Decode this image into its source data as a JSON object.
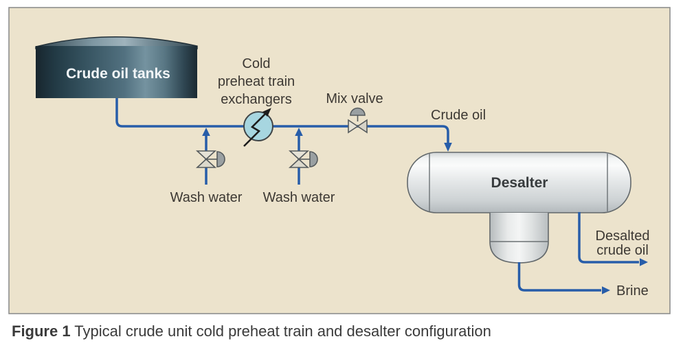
{
  "figure_caption": {
    "label": "Figure 1",
    "text": " Typical crude unit cold preheat train and desalter configuration"
  },
  "diagram": {
    "tank": {
      "label": "Crude oil tanks"
    },
    "exchanger": {
      "label_lines": [
        "Cold",
        "preheat train",
        "exchangers"
      ]
    },
    "mix_valve": {
      "label": "Mix valve"
    },
    "desalter": {
      "label": "Desalter"
    },
    "streams": {
      "crude_oil": "Crude oil",
      "wash_water_1": "Wash water",
      "wash_water_2": "Wash water",
      "desalted_line1": "Desalted",
      "desalted_line2": "crude oil",
      "brine": "Brine"
    }
  },
  "colors": {
    "panel_background": "#ece3cc",
    "panel_border": "#8e8e8e",
    "pipe_blue": "#275da9",
    "label_text": "#3c3833",
    "tank_dark": "#18262e",
    "exchanger_fill": "#a7d6e0",
    "vessel_silver": "#e3e6e7",
    "valve_gray": "#9aa0a2"
  }
}
